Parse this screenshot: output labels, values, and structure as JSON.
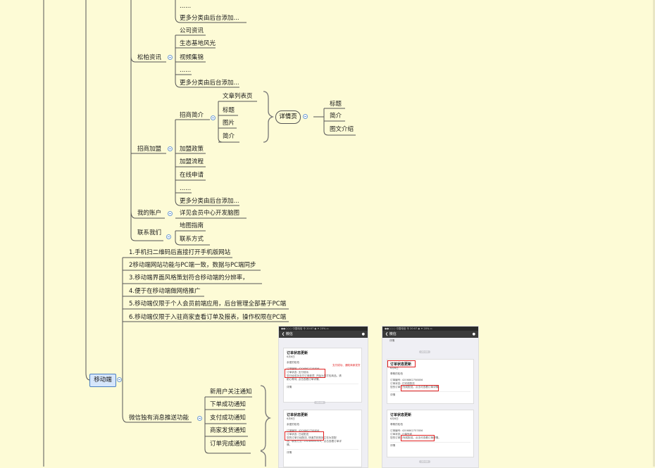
{
  "partial_top": [
    "......",
    "更多分类由后台添加..."
  ],
  "songbai": {
    "label": "松柏资讯",
    "children": [
      "公司资讯",
      "生态基地风光",
      "视频集锦",
      "......",
      "更多分类由后台添加..."
    ]
  },
  "zhaoshang": {
    "label": "招商加盟",
    "intro": {
      "label": "招商简介",
      "children": [
        "文章列表页",
        "标题",
        "图片",
        "简介"
      ],
      "detail": {
        "label": "详情页",
        "children": [
          "标题",
          "简介",
          "图文介绍"
        ]
      }
    },
    "children": [
      "加盟政策",
      "加盟流程",
      "在线申请",
      "......",
      "更多分类由后台添加..."
    ]
  },
  "account": {
    "label": "我的账户",
    "child": "详见会员中心开发脑图"
  },
  "contact": {
    "label": "联系我们",
    "children": [
      "地图指南",
      "联系方式"
    ]
  },
  "mobile": {
    "label": "移动端",
    "notes": [
      "1.手机扫二维码后直接打开手机版网站",
      "2移动端网站功能与PC端一致，数据与PC端同步",
      "3.移动端界面风格策划符合移动端的分辨率，",
      "4.便于在移动端做网络推广",
      "5.移动端仅限于个人会员前端应用，后台管理全部基于PC端",
      "6.移动端仅限于入驻商家查看订单及报表，操作权限在PC端"
    ],
    "wechat": {
      "label": "微信独有消息推送功能",
      "children": [
        "新用户关注通知",
        "下单成功通知",
        "支付成功通知",
        "商家发货通知",
        "订单完成通知"
      ]
    }
  },
  "screenshots": {
    "left": {
      "status": "●●○○○ 中国电信 令      20:07      ◉ ✦ 20% ▭",
      "back": "❮ 微信",
      "card1": {
        "title": "订单状态更新",
        "date": "6月6日",
        "greeting": "亲爱的松柏",
        "order": "订单编号: 4206862718856",
        "status": "订单状态: 支付成功",
        "desc1": "您已经成功支付订单款项, 开始为您打包商品。请",
        "desc2": "耐心等待, 点击查看订单详情。",
        "detail": "详情",
        "note": "支付成功、通知商家发货"
      },
      "time": "20:00",
      "card2": {
        "title": "订单状态更新",
        "date": "6月6日",
        "greeting": "亲爱的松柏",
        "order": "订单编号: 4206862758856",
        "status": "订单状态: 已经配送",
        "desc1": "您的订单已经配送, 快递员拍拍到立在为您配",
        "desc2": "送。联系方式: 13145655310。点击查看订单详",
        "desc3": "情。",
        "detail": "详情"
      }
    },
    "right": {
      "status": "●●○○○ 中国电信 令      20:07      ◉ ✦ 20% ▭",
      "back": "❮ 微信",
      "top_detail": "详情",
      "time1": "20:00",
      "card1": {
        "title": "订单状态更新",
        "date": "6月6日",
        "greeting": "尊敬的松柏",
        "order": "订单编号: 4206862758856",
        "status": "订单状态: 已完成配送",
        "desc": "您的订单已完成配送。点击可查看订单详情。",
        "detail": "详情"
      },
      "card2": {
        "title": "订单状态更新",
        "date": "6月6日",
        "greeting": "尊敬的松柏",
        "order": "订单编号: 4206862757856",
        "status": "订单状态: 订单完成",
        "desc": "您的订单已完成配送。点击可查看订单详情。",
        "detail": "详情"
      },
      "time2": "20:00"
    }
  }
}
